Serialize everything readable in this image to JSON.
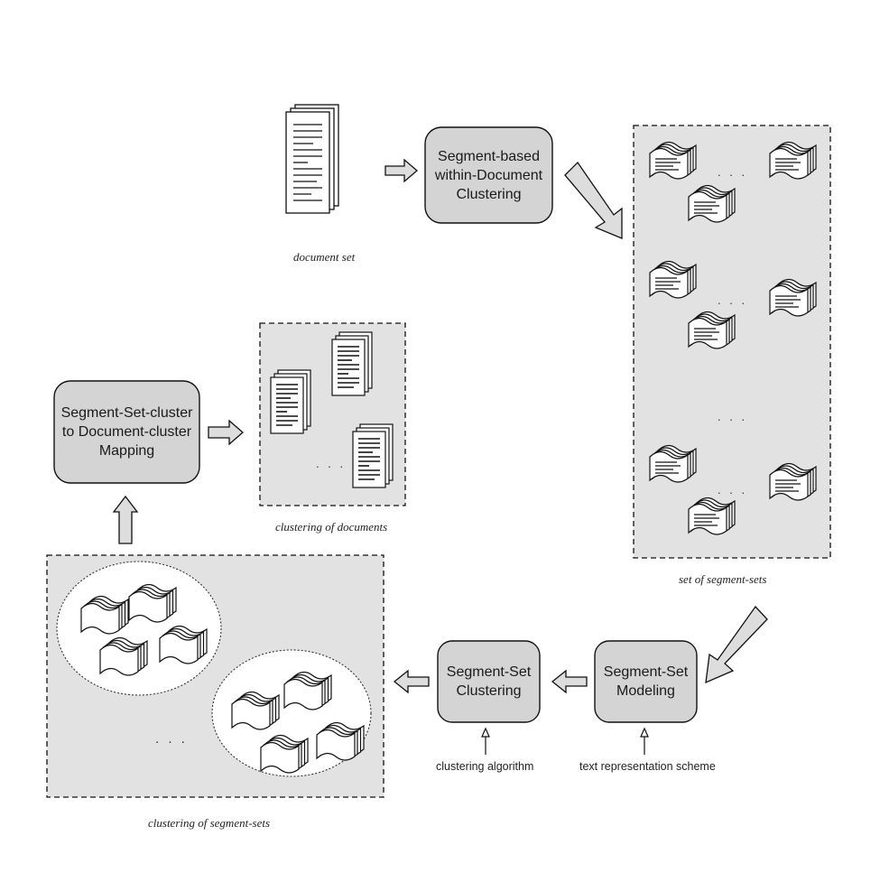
{
  "processes": {
    "segment_clustering": "Segment-based\nwithin-Document\nClustering",
    "mapping": "Segment-Set-cluster\nto Document-cluster\nMapping",
    "set_clustering": "Segment-Set\nClustering",
    "set_modeling": "Segment-Set\nModeling"
  },
  "captions": {
    "document_set": "document set",
    "set_of_segment_sets": "set of segment-sets",
    "clustering_of_documents": "clustering of documents",
    "clustering_of_segment_sets": "clustering of segment-sets"
  },
  "inputs": {
    "clustering_algorithm": "clustering algorithm",
    "text_representation_scheme": "text representation scheme"
  },
  "ellipsis": ". . ."
}
